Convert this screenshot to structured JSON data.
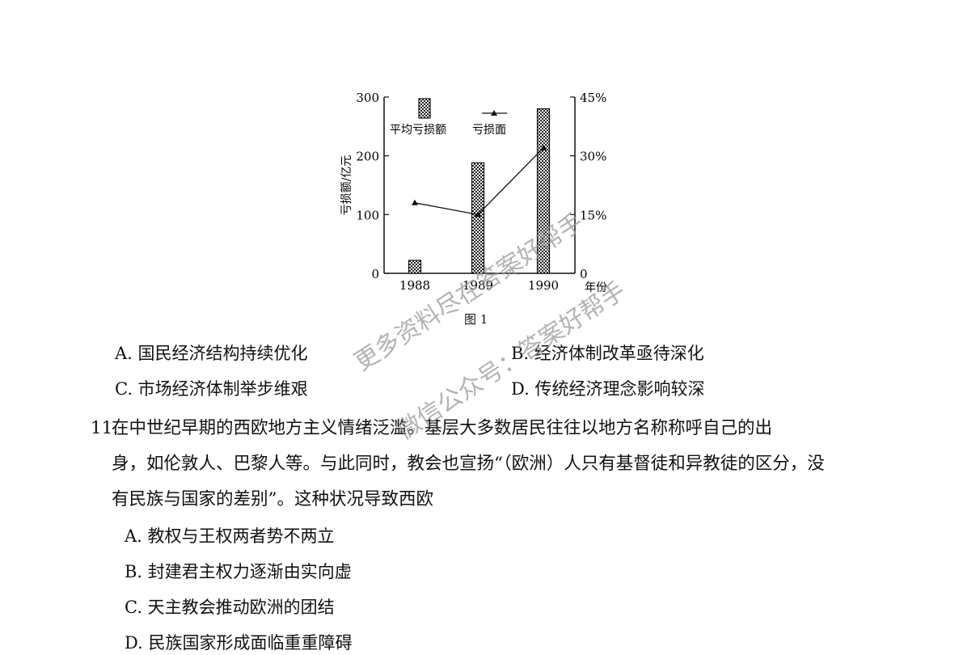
{
  "chart_data": {
    "type": "bar",
    "categories": [
      "1988",
      "1989",
      "1990"
    ],
    "series": [
      {
        "name": "平均亏损额",
        "type": "bar",
        "axis": "left",
        "values": [
          22,
          188,
          280
        ]
      },
      {
        "name": "亏损面",
        "type": "line",
        "axis": "right",
        "values": [
          18,
          15,
          32
        ]
      }
    ],
    "ylabel": "亏损额/亿元",
    "xlabel": "年份",
    "ylim": [
      0,
      300
    ],
    "y2lim": [
      0,
      45
    ],
    "yticks": [
      "0",
      "100",
      "200",
      "300"
    ],
    "y2ticks": [
      "0",
      "15%",
      "30%",
      "45%"
    ],
    "legend_position": "top-left"
  },
  "figure": {
    "caption": "图 1"
  },
  "q10_options": [
    {
      "label": "A. 国民经济结构持续优化"
    },
    {
      "label": "B. 经济体制改革亟待深化"
    },
    {
      "label": "C. 市场经济体制举步维艰"
    },
    {
      "label": "D. 传统经济理念影响较深"
    }
  ],
  "q11": {
    "number": "11.",
    "stem_lines": [
      "在中世纪早期的西欧地方主义情绪泛滥。基层大多数居民往往以地方名称称呼自己的出",
      "身，如伦敦人、巴黎人等。与此同时，教会也宣扬“（欧洲）人只有基督徒和异教徒的区分，没",
      "有民族与国家的差别”。这种状况导致西欧"
    ],
    "options": [
      {
        "label": "A. 教权与王权两者势不两立"
      },
      {
        "label": "B. 封建君主权力逐渐由实向虚"
      },
      {
        "label": "C. 天主教会推动欧洲的团结"
      },
      {
        "label": "D. 民族国家形成面临重重障碍"
      }
    ]
  },
  "watermarks": [
    "更多资料尽在答案好帮手",
    "微信公众号：答案好帮手"
  ]
}
